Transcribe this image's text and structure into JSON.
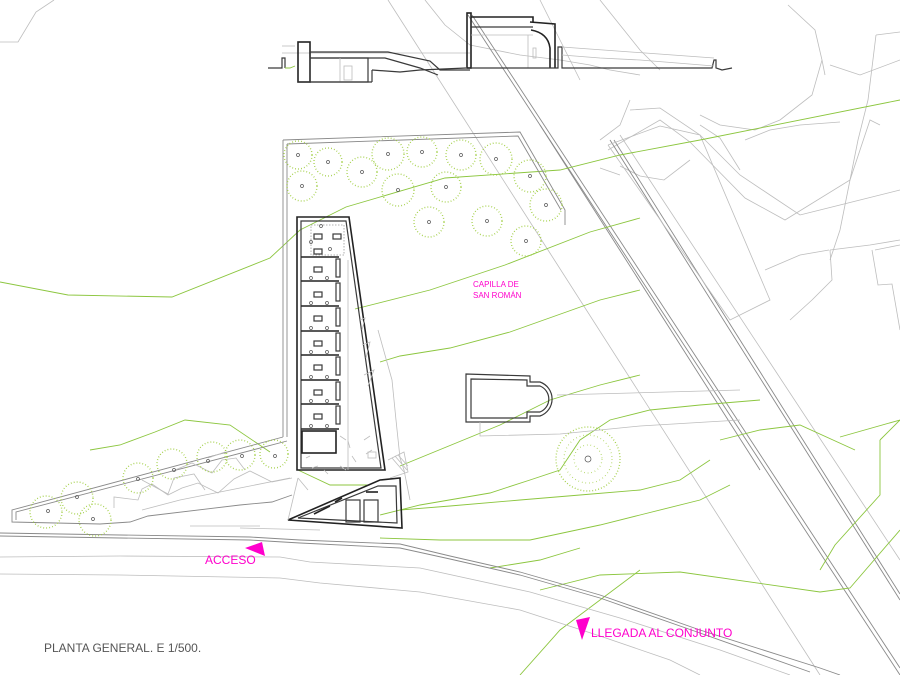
{
  "drawing": {
    "title": "PLANTA GENERAL. E 1/500.",
    "scale": "1/500",
    "view": "Planta general"
  },
  "labels": {
    "chapel_line1": "CAPILLA DE",
    "chapel_line2": "SAN ROMÁN",
    "access": "ACCESO",
    "arrival": "LLEGADA AL CONJUNTO"
  },
  "colors": {
    "annotation": "#ff00cc",
    "contour_lines": "#8cc63f",
    "trees": "#9ccc3a",
    "linework": "#3a3a3a",
    "background": "#ffffff"
  },
  "markers": [
    {
      "name": "access-arrow",
      "label_ref": "labels.access",
      "shape": "triangle"
    },
    {
      "name": "arrival-arrow",
      "label_ref": "labels.arrival",
      "shape": "triangle"
    }
  ],
  "elements": {
    "section_drawing": "Longitudinal section (top)",
    "building_plan": "Main building with cells and cloister",
    "chapel_plan": "Chapel of San Román footprint",
    "road": "Access road",
    "trees": "Tree canopy symbols",
    "contours": "Topographic contour lines"
  }
}
